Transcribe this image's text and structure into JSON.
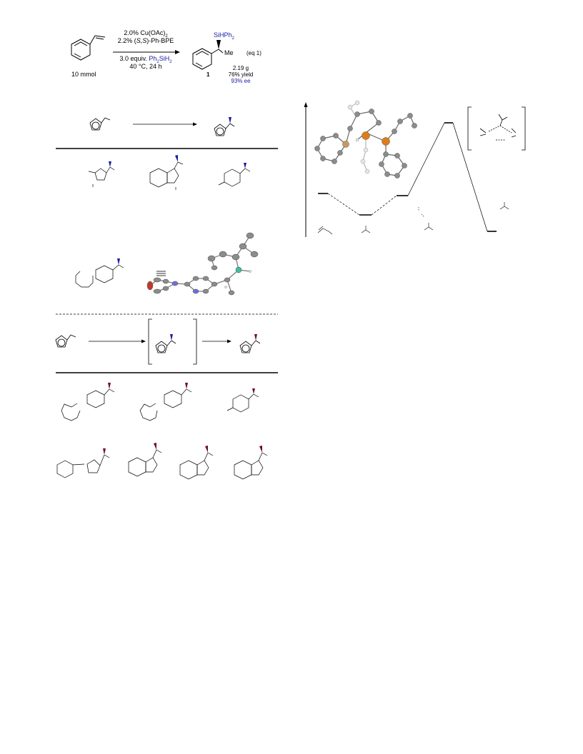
{
  "eq1": {
    "substrate_amount": "10 mmol",
    "cond_line1": "2.0% Cu(OAc)",
    "cond_line1_sub": "2",
    "cond_line2_pre": "2.2% (",
    "cond_line2_it": "S,S",
    "cond_line2_post": ")-Ph-BPE",
    "cond_line3_pre": "3.0 equiv.",
    "cond_line3_silane": "Ph",
    "cond_line3_silane_sub": "2",
    "cond_line3_silane_post": "SiH",
    "cond_line3_silane_sub2": "2",
    "cond_line4": "40 °C, 24 h",
    "product_si": "SiHPh",
    "product_si_sub": "2",
    "product_me": "Me",
    "compound_number": "1",
    "eq_label": "(eq 1)",
    "mass": "2.19 g",
    "yield": "76% yield",
    "ee": "93% ee"
  },
  "colors": {
    "silyl_blue": "#1a1aa6",
    "boryl_maroon": "#6b1030",
    "si_atom_teal": "#3fbf9f",
    "n_atom_blue": "#6f6fd8",
    "o_atom_red": "#c0392b",
    "p_atom_orange": "#e07b1a",
    "cu_atom_tan": "#c79a5a"
  }
}
